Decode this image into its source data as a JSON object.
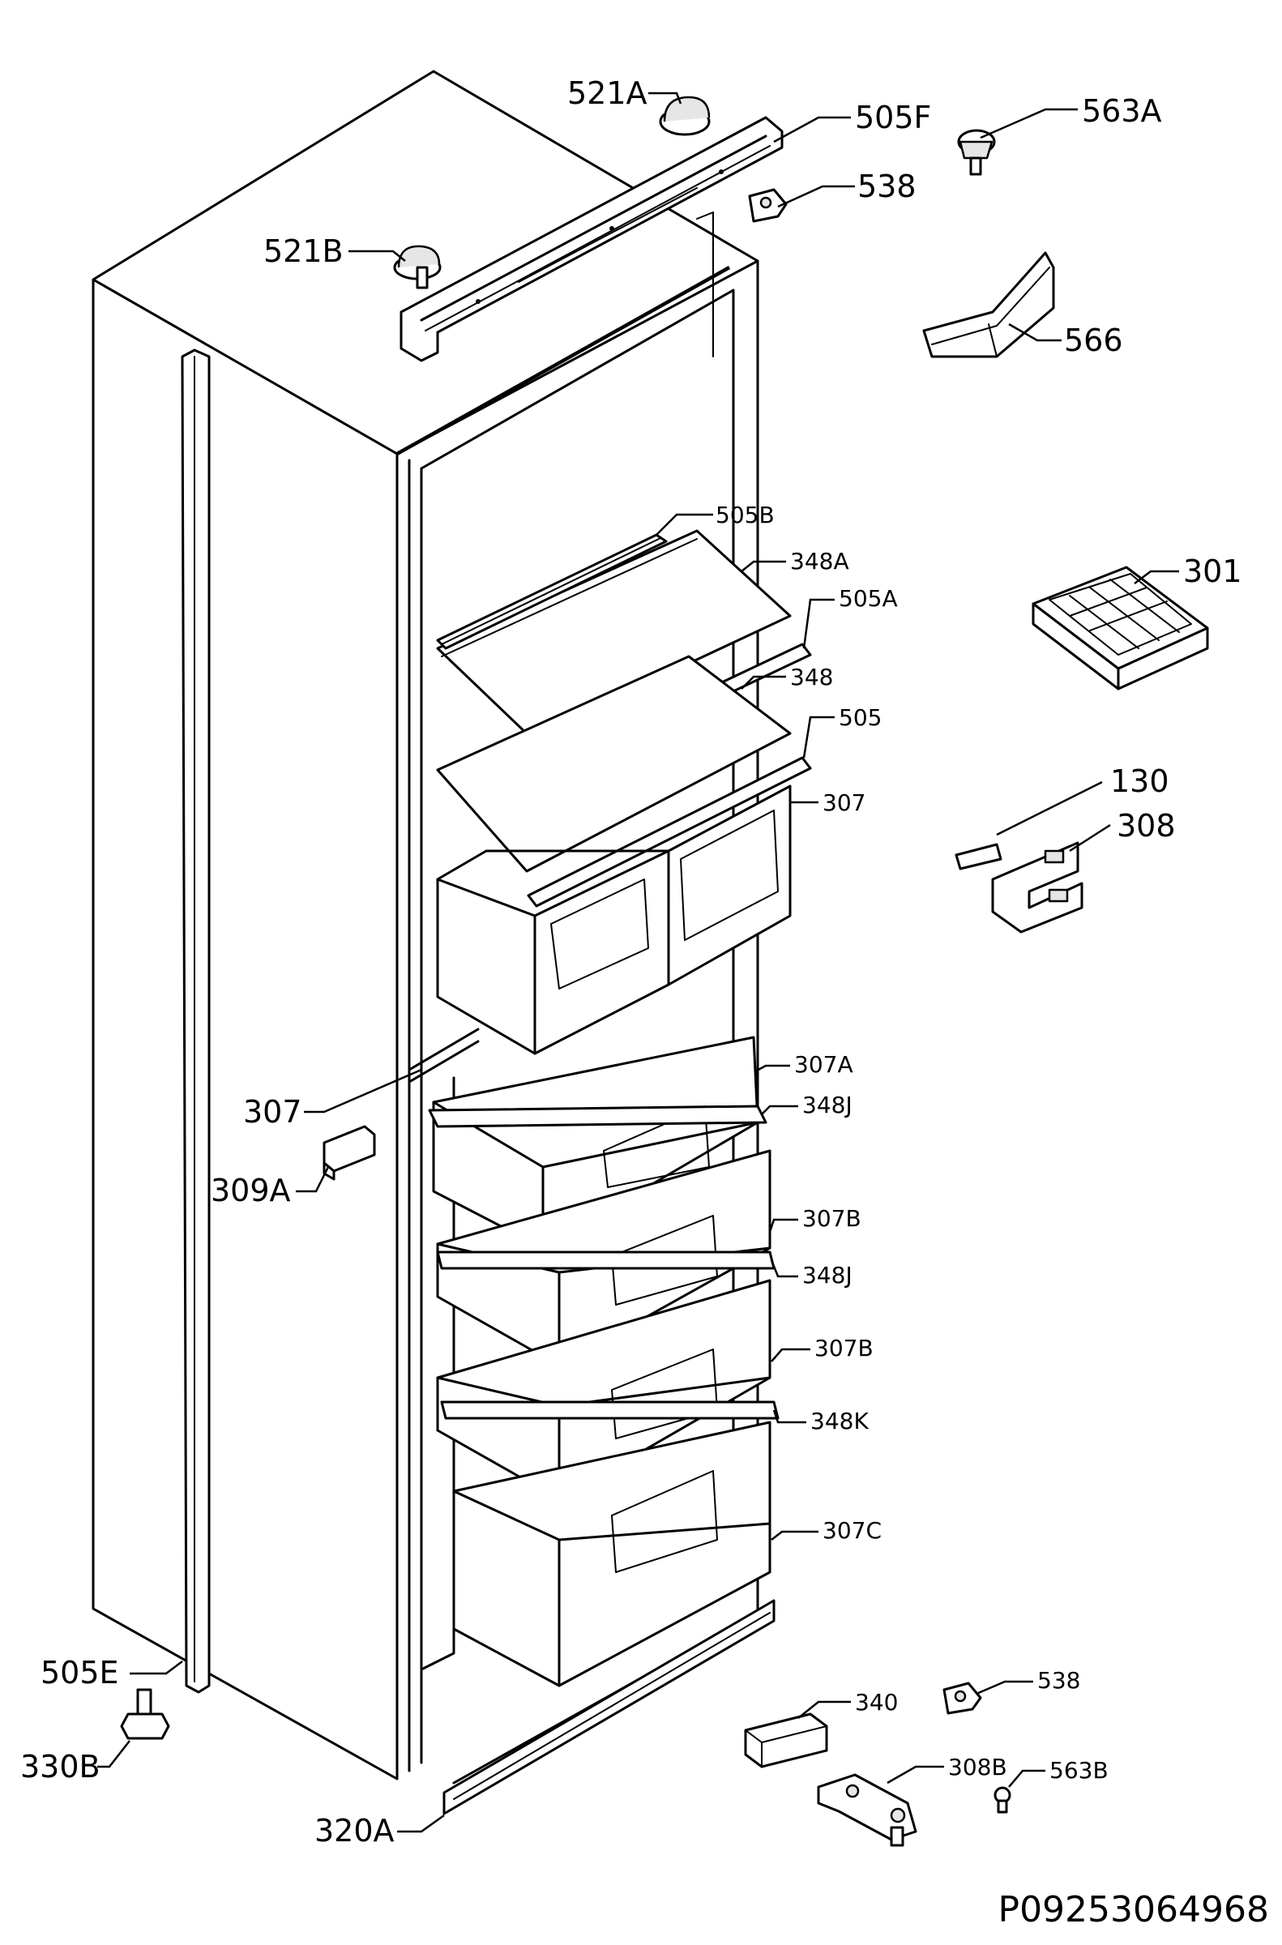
{
  "labels": {
    "l521a": "521A",
    "l505f": "505F",
    "l563a": "563A",
    "l538_top": "538",
    "l521b": "521B",
    "l566": "566",
    "l505b": "505B",
    "l348a": "348A",
    "l301": "301",
    "l505a": "505A",
    "l348": "348",
    "l505": "505",
    "l307_top": "307",
    "l130": "130",
    "l308": "308",
    "l307a": "307A",
    "l307_left": "307",
    "l348j_1": "348J",
    "l309a": "309A",
    "l307b_1": "307B",
    "l348j_2": "348J",
    "l307b_2": "307B",
    "l348k": "348K",
    "l307c": "307C",
    "l505e": "505E",
    "l538_bottom": "538",
    "l340": "340",
    "l330b": "330B",
    "l308b": "308B",
    "l563b": "563B",
    "l320a": "320A"
  },
  "document_id": "P09253064968"
}
